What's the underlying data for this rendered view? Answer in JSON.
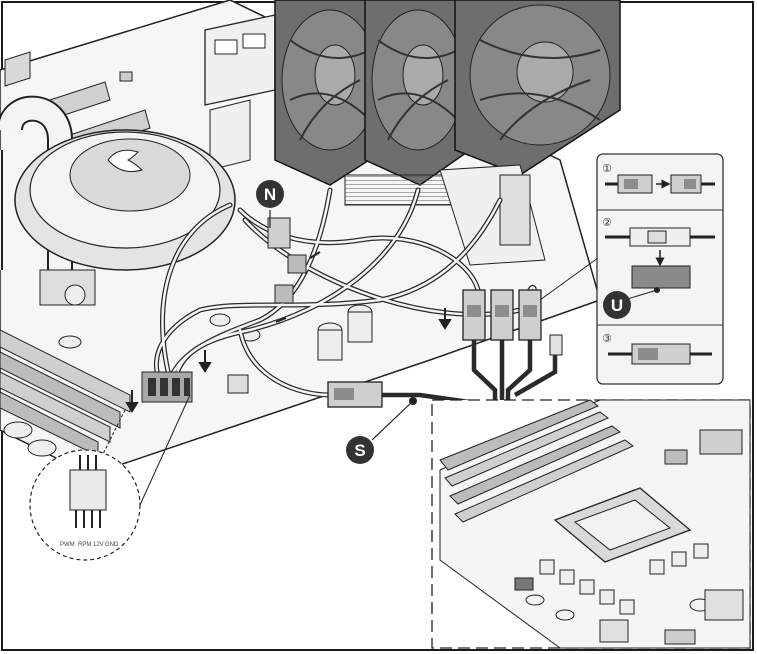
{
  "callouts": {
    "n": "N",
    "u": "U",
    "s": "S"
  },
  "steps": {
    "one": "①",
    "two": "②",
    "three": "③"
  },
  "pinout_labels": [
    "PWM",
    "RPM",
    "12V",
    "GND"
  ],
  "colors": {
    "line": "#2a2a2a",
    "fill_light": "#e9e9e9",
    "fill_mid": "#bdbdbd",
    "fill_dark": "#6e6e6e",
    "badge": "#333333",
    "panel_bg": "#f2f2f2"
  },
  "icons": {
    "down_arrow": "arrow-down-icon",
    "right_arrow": "arrow-right-icon"
  }
}
